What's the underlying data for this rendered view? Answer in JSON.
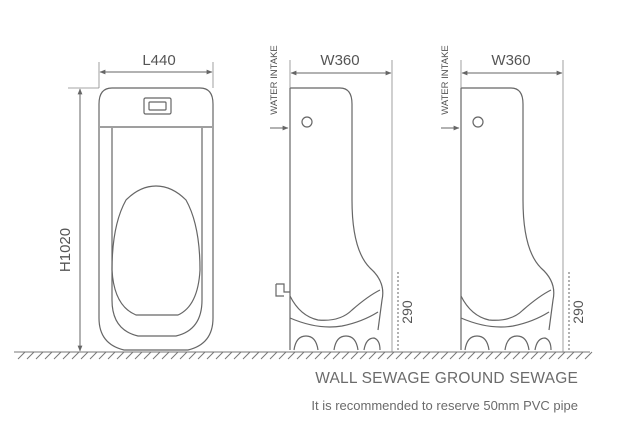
{
  "dimensions": {
    "length": "L440",
    "width": "W360",
    "height": "H1020",
    "outlet_height": "290",
    "water_intake": "WATER INTAKE"
  },
  "captions": {
    "sewage_types": "WALL SEWAGE GROUND SEWAGE",
    "recommendation": "It is recommended to reserve 50mm PVC pipe"
  },
  "colors": {
    "outline": "#666666",
    "text": "#555555"
  }
}
